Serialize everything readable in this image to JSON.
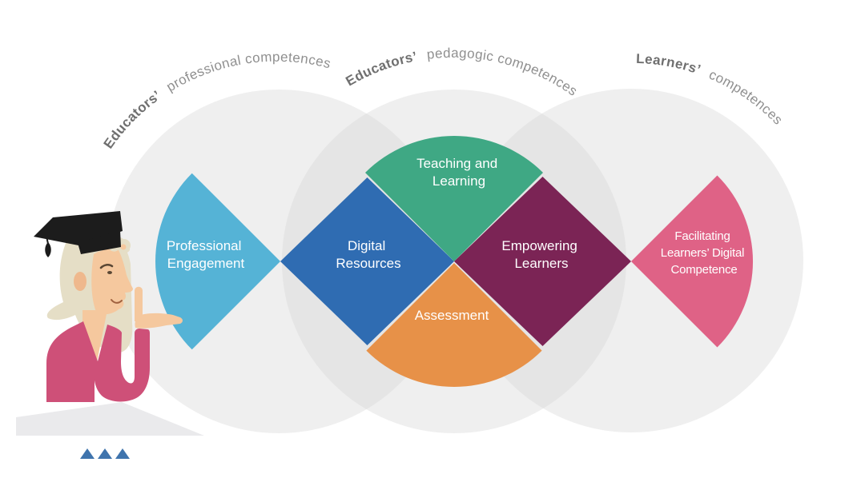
{
  "diagram": {
    "rings": [
      {
        "bold": "Educators’",
        "rest": "professional competences"
      },
      {
        "bold": "Educators’",
        "rest": "pedagogic competences"
      },
      {
        "bold": "Learners’",
        "rest": "competences"
      }
    ],
    "areas": [
      {
        "label_lines": [
          "Professional",
          "Engagement"
        ],
        "color": "#55B3D6"
      },
      {
        "label_lines": [
          "Digital",
          "Resources"
        ],
        "color": "#2F6CB2"
      },
      {
        "label_lines": [
          "Teaching and",
          "Learning"
        ],
        "color": "#3FA884"
      },
      {
        "label_lines": [
          "Assessment"
        ],
        "color": "#E79148"
      },
      {
        "label_lines": [
          "Empowering",
          "Learners"
        ],
        "color": "#7B2455"
      },
      {
        "label_lines": [
          "Facilitating",
          "Learners’ Digital",
          "Competence"
        ],
        "color": "#DF6286"
      }
    ],
    "colors": {
      "background": "#FFFFFF",
      "ring_fill": "#D2D2D4",
      "ring_label": "#8F8F8F",
      "ring_label_bold": "#6F6F6F",
      "area_label_text": "#FFFFFF"
    }
  },
  "illustration": {
    "cap": "#1C1C1C",
    "hair": "#E5DEC6",
    "skin": "#F5C89E",
    "ear": "#EFB88D",
    "sweater": "#CE5078",
    "shadow": "#EAEAEC",
    "feature": "#5A4734",
    "mouth": "#A0623F"
  },
  "decor": {
    "triangle_color": "#3F74AD",
    "triangle_count": 3
  }
}
